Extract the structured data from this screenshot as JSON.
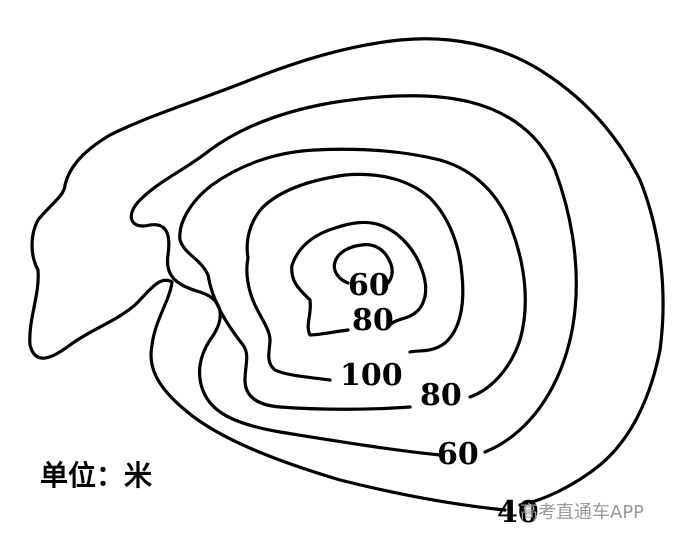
{
  "contour_labels": {
    "inner_60": "60",
    "inner_80": "80",
    "inner_100": "100",
    "middle_80": "80",
    "outer_60": "60",
    "outer_40": "40"
  },
  "unit_label": "单位：米",
  "watermark": "高考直通车APP",
  "colors": {
    "contour_line": "#000000",
    "background": "#ffffff",
    "watermark": "#9a9a9a"
  }
}
